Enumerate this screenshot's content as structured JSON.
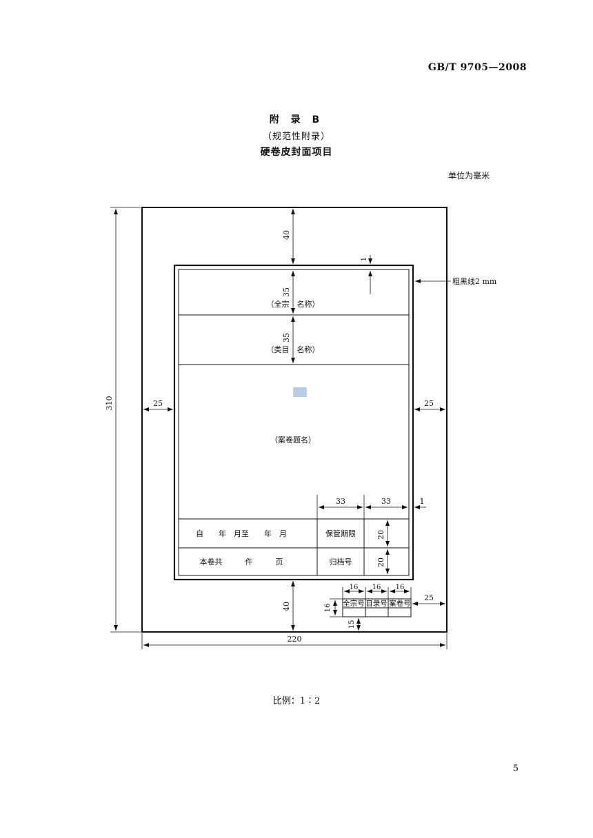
{
  "header": {
    "standard_code": "GB/T 9705—2008"
  },
  "title": {
    "appendix": "附 录 B",
    "nature": "（规范性附录）",
    "subject": "硬卷皮封面项目"
  },
  "unit_note": "单位为毫米",
  "drawing": {
    "dims": {
      "total_height": "310",
      "total_width": "220",
      "top_margin": "40",
      "bottom_margin": "40",
      "left_margin": "25",
      "right_margin": "25",
      "inner_gap": "1",
      "fonds_height": "35",
      "category_height": "35",
      "col_width_a": "33",
      "col_width_b": "33",
      "row_height_a": "20",
      "row_height_b": "20",
      "box_w1": "16",
      "box_w2": "16",
      "box_w3": "16",
      "box_height": "16",
      "box_offset_bottom": "15",
      "box_offset_right": "25",
      "right_gap": "1"
    },
    "labels": {
      "thick_line": "粗黑线2 mm",
      "fonds_name": "（全宗　名称）",
      "category_name": "（类目　名称）",
      "file_title": "（案卷题名）",
      "date_range": "自　　年　月至　　年　月",
      "retention": "保管期限",
      "volume_count": "本卷共　　　件　　　页",
      "archive_no": "归档号",
      "fonds_no": "全宗号",
      "catalog_no": "目录号",
      "file_no": "案卷号"
    }
  },
  "scale": "比例：1∶2",
  "page_number": "5"
}
